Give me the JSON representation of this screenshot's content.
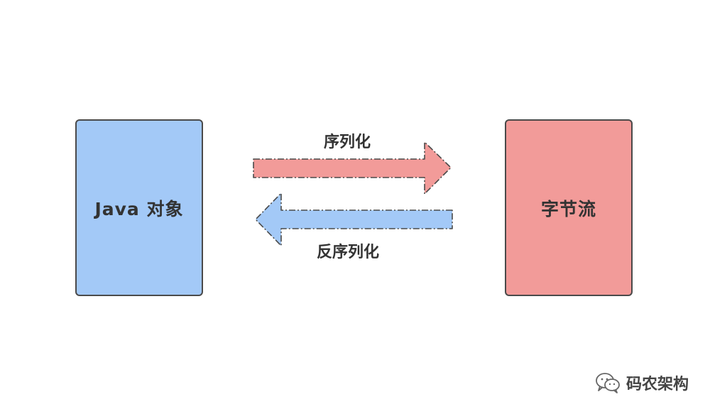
{
  "diagram": {
    "left_node": {
      "label": "Java 对象"
    },
    "right_node": {
      "label": "字节流"
    },
    "forward_arrow": {
      "label": "序列化"
    },
    "backward_arrow": {
      "label": "反序列化"
    }
  },
  "watermark": {
    "text": "码农架构",
    "icon": "wechat-icon"
  },
  "colors": {
    "left_fill": "#a3c9f7",
    "right_fill": "#f29b99",
    "forward_arrow_fill": "#f29b99",
    "backward_arrow_fill": "#a3c9f7",
    "stroke": "#4a4a4a"
  }
}
